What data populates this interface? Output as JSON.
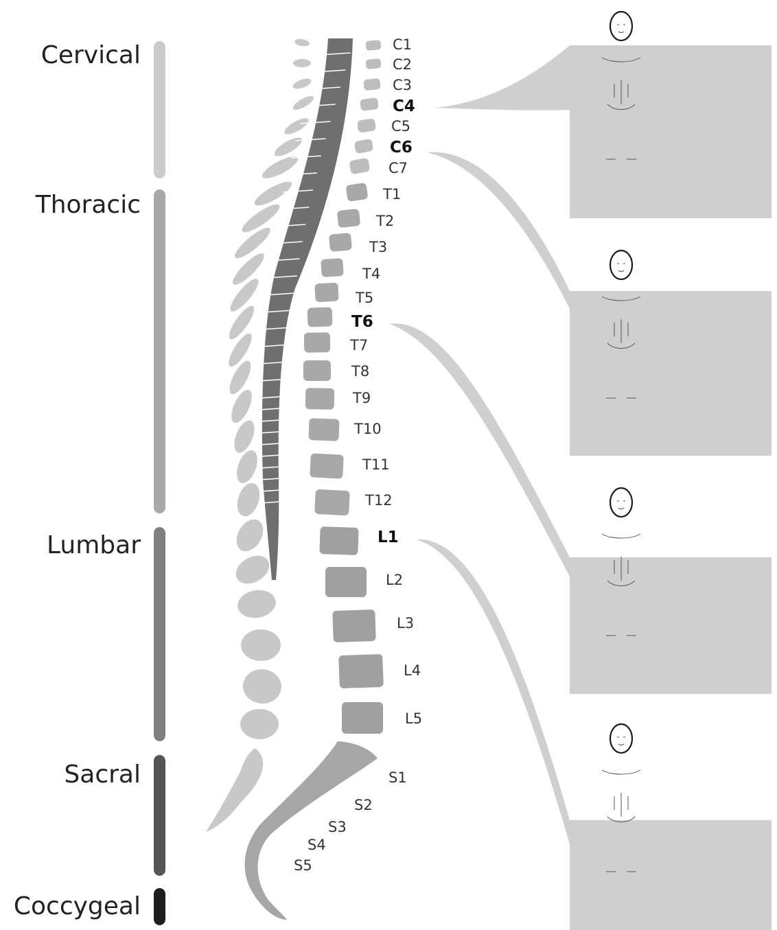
{
  "regions": [
    {
      "label": "Cervical",
      "color": "#cccccc"
    },
    {
      "label": "Thoracic",
      "color": "#a9a9a9"
    },
    {
      "label": "Lumbar",
      "color": "#808080"
    },
    {
      "label": "Sacral",
      "color": "#555555"
    },
    {
      "label": "Coccygeal",
      "color": "#1e1e1e"
    }
  ],
  "vertebrae": [
    {
      "label": "C1",
      "bold": false
    },
    {
      "label": "C2",
      "bold": false
    },
    {
      "label": "C3",
      "bold": false
    },
    {
      "label": "C4",
      "bold": true
    },
    {
      "label": "C5",
      "bold": false
    },
    {
      "label": "C6",
      "bold": true
    },
    {
      "label": "C7",
      "bold": false
    },
    {
      "label": "T1",
      "bold": false
    },
    {
      "label": "T2",
      "bold": false
    },
    {
      "label": "T3",
      "bold": false
    },
    {
      "label": "T4",
      "bold": false
    },
    {
      "label": "T5",
      "bold": false
    },
    {
      "label": "T6",
      "bold": true
    },
    {
      "label": "T7",
      "bold": false
    },
    {
      "label": "T8",
      "bold": false
    },
    {
      "label": "T9",
      "bold": false
    },
    {
      "label": "T10",
      "bold": false
    },
    {
      "label": "T11",
      "bold": false
    },
    {
      "label": "T12",
      "bold": false
    },
    {
      "label": "L1",
      "bold": true
    },
    {
      "label": "L2",
      "bold": false
    },
    {
      "label": "L3",
      "bold": false
    },
    {
      "label": "L4",
      "bold": false
    },
    {
      "label": "L5",
      "bold": false
    },
    {
      "label": "S1",
      "bold": false
    },
    {
      "label": "S2",
      "bold": false
    },
    {
      "label": "S3",
      "bold": false
    },
    {
      "label": "S4",
      "bold": false
    },
    {
      "label": "S5",
      "bold": false
    }
  ],
  "injury_levels": [
    "C4",
    "C6",
    "T6",
    "L1"
  ],
  "colors": {
    "shade": "#cfcfcf",
    "cord": "#6f6f6f",
    "vertebra_cervical": "#bdbdbd",
    "vertebra_thoracic": "#a8a8a8",
    "vertebra_lumbar": "#a0a0a0",
    "process": "#c8c8c8"
  }
}
